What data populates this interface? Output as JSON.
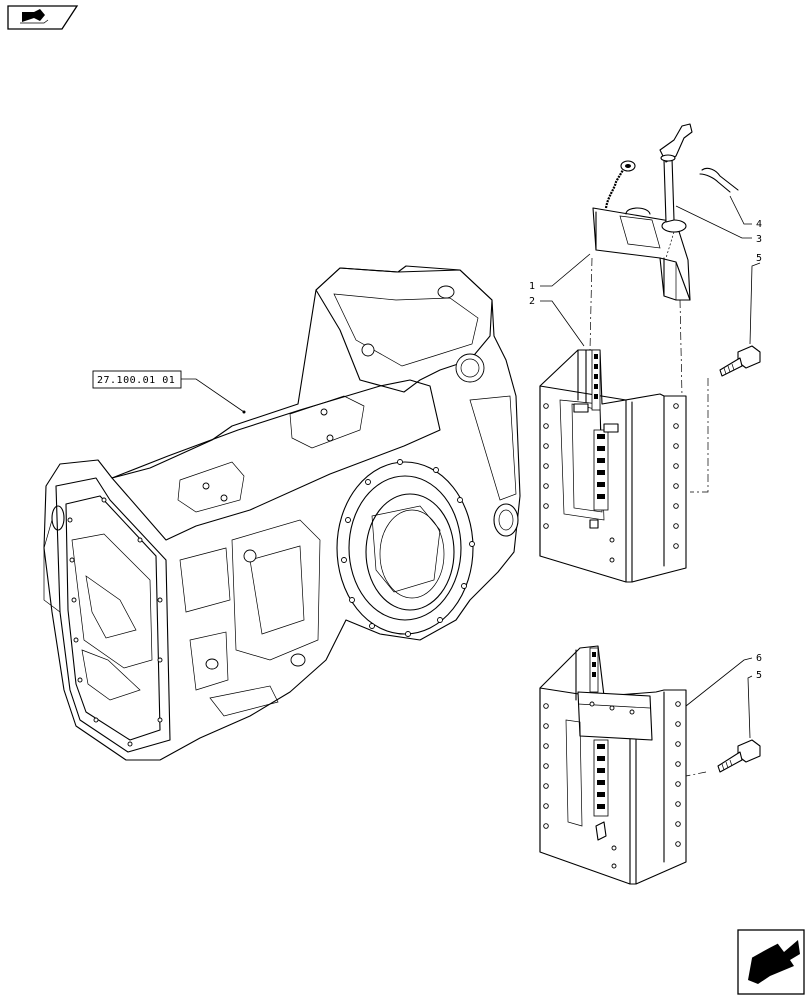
{
  "diagram": {
    "reference_label": "27.100.01 01",
    "callouts": [
      {
        "id": "c1",
        "label": "1"
      },
      {
        "id": "c2",
        "label": "2"
      },
      {
        "id": "c3",
        "label": "3"
      },
      {
        "id": "c4",
        "label": "4"
      },
      {
        "id": "c5a",
        "label": "5"
      },
      {
        "id": "c5b",
        "label": "5"
      },
      {
        "id": "c6",
        "label": "6"
      }
    ],
    "icons": {
      "top_left": "book-arrow-icon",
      "bottom_right": "next-page-arrow-icon"
    }
  }
}
